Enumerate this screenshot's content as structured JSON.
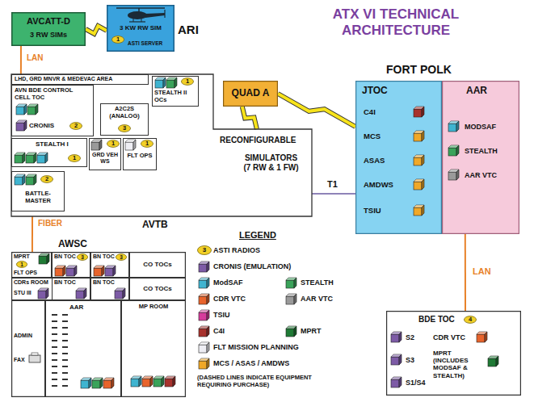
{
  "diagram": {
    "title": "ATX VI TECHNICAL ARCHITECTURE",
    "nodes": [
      {
        "text": [
          "AVCATT-D",
          "3 RW SIMs"
        ]
      },
      {
        "text": [
          "3 KW RW SIM",
          "ASTI SERVER",
          "ARI"
        ]
      },
      {
        "text": [
          "1"
        ],
        "in": 1
      },
      {
        "text": [
          "RECONFIGURABLE",
          "SIMULATORS (7 RW & 1 FW)",
          "AVTB"
        ]
      },
      {
        "text": [
          "LHD, GRD MNVR & MEDEVAC AREA"
        ],
        "in": 3
      },
      {
        "text": [
          "AVN BDE CONTROL CELL TOC",
          "CRONIS"
        ],
        "in": 3
      },
      {
        "text": [
          "2"
        ],
        "in": 5
      },
      {
        "text": [
          "STEALTH II OCs"
        ],
        "in": 3
      },
      {
        "text": [
          "1"
        ],
        "in": 7
      },
      {
        "text": [
          "A2C2S (ANALOG)"
        ],
        "in": 3
      },
      {
        "text": [
          "3"
        ],
        "in": 9
      },
      {
        "text": [
          "STEALTH I"
        ],
        "in": 3
      },
      {
        "text": [
          "1"
        ],
        "in": 11
      },
      {
        "text": [
          "GRD VEH WS"
        ],
        "in": 3
      },
      {
        "text": [
          "1"
        ],
        "in": 13
      },
      {
        "text": [
          "FLT OPS"
        ],
        "in": 3
      },
      {
        "text": [
          "1"
        ],
        "in": 15
      },
      {
        "text": [
          "BATTLE-MASTER"
        ],
        "in": 3
      },
      {
        "text": [
          "2"
        ],
        "in": 17
      },
      {
        "text": [
          "QUAD A"
        ]
      },
      {
        "text": [
          "JTOC",
          "C4I",
          "MCS",
          "ASAS",
          "AMDWS",
          "TSIU"
        ]
      },
      {
        "text": [
          "AAR",
          "MODSAF",
          "STEALTH",
          "AAR VTC"
        ]
      },
      {
        "text": [
          "BDE TOC",
          "S2",
          "CDR VTC",
          "S3",
          "MPRT (INCLUDES MODSAF & STEALTH)",
          "S1/S4"
        ]
      },
      {
        "text": [
          "4"
        ],
        "in": 22
      },
      {
        "text": [
          "AWSC"
        ]
      },
      {
        "text": [
          "MPRT",
          "FLT OPS"
        ],
        "in": 24
      },
      {
        "text": [
          "1"
        ],
        "in": 25
      },
      {
        "text": [
          "BN TOC"
        ],
        "in": 24
      },
      {
        "text": [
          "3"
        ],
        "in": 27
      },
      {
        "text": [
          "BN TOC"
        ],
        "in": 24
      },
      {
        "text": [
          "3"
        ],
        "in": 29
      },
      {
        "text": [
          "CO TOCs"
        ],
        "in": 24
      },
      {
        "text": [
          "CDRs ROOM",
          "STU III"
        ],
        "in": 24
      },
      {
        "text": [
          "BN TOC"
        ],
        "in": 24
      },
      {
        "text": [
          "BN TOC"
        ],
        "in": 24
      },
      {
        "text": [
          "CO TOCs"
        ],
        "in": 24
      },
      {
        "text": [
          "ADMIN",
          "FAX"
        ],
        "in": 24
      },
      {
        "text": [
          "AAR"
        ],
        "in": 24
      },
      {
        "text": [
          "MP ROOM"
        ],
        "in": 24
      }
    ],
    "edges": [
      {
        "from": 0,
        "to": 1,
        "arrow": "none"
      },
      {
        "from": 0,
        "to": 3,
        "label": "LAN",
        "arrow": "none"
      },
      {
        "from": 3,
        "to": 24,
        "label": "FIBER",
        "arrow": "none"
      },
      {
        "from": 19,
        "to": 3,
        "arrow": "none"
      },
      {
        "from": 19,
        "to": 20,
        "arrow": "none"
      },
      {
        "from": 3,
        "to": 20,
        "label": "T1",
        "arrow": "none"
      },
      {
        "from": 21,
        "to": 22,
        "label": "LAN",
        "arrow": "none"
      }
    ],
    "labels": [
      "FORT POLK",
      "LEGEND",
      "3",
      "(DASHED LINES INDICATE EQUIPMENT REQUIRING PURCHASE)"
    ],
    "legend": [
      {
        "text": "ASTI RADIOS",
        "color": "#f2d027"
      },
      {
        "text": "CRONIS (EMULATION)",
        "color": "#7d5ba6"
      },
      {
        "text": "ModSAF",
        "color": "#3fb4d0"
      },
      {
        "text": "STEALTH",
        "color": "#3aa35a"
      },
      {
        "text": "CDR VTC",
        "color": "#e8642c"
      },
      {
        "text": "AAR VTC",
        "color": "#9a9a9a"
      },
      {
        "text": "TSIU",
        "color": "#d63c9c"
      },
      {
        "text": "C4I",
        "color": "#a8322d"
      },
      {
        "text": "MPRT",
        "color": "#1f7a35"
      },
      {
        "text": "FLT MISSION PLANNING",
        "color": "#eeeef4"
      },
      {
        "text": "MCS / ASAS / AMDWS",
        "color": "#f0a828"
      }
    ]
  }
}
